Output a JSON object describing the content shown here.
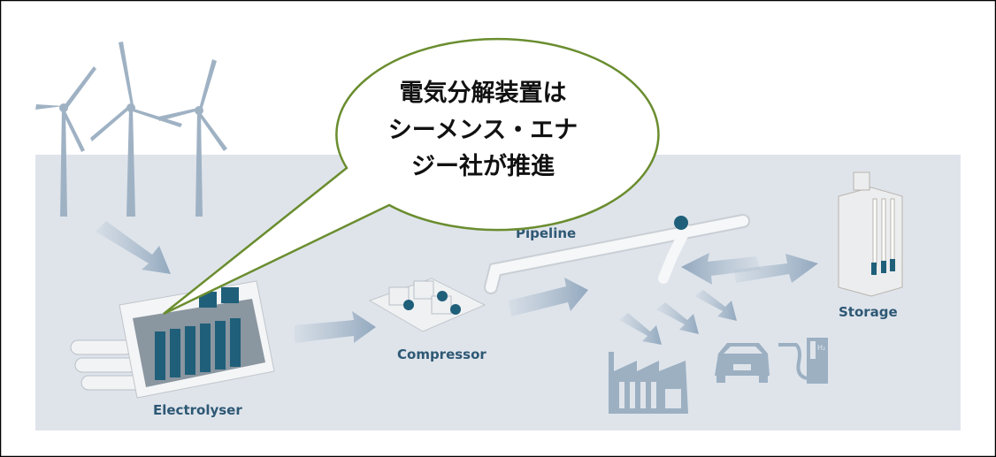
{
  "callout": {
    "lines": [
      "電気分解装置は",
      "シーメンス・エナ",
      "ジー社が推進"
    ]
  },
  "labels": {
    "electrolyser": "Electrolyser",
    "compressor": "Compressor",
    "pipeline": "Pipeline",
    "storage": "Storage",
    "h2": "H₂"
  },
  "colors": {
    "panel": "#dfe4eb",
    "arrow": "#a3b6c8",
    "label": "#2e5874",
    "bubble_stroke": "#6a8d2f",
    "equipment_teal": "#1f5f7a"
  }
}
